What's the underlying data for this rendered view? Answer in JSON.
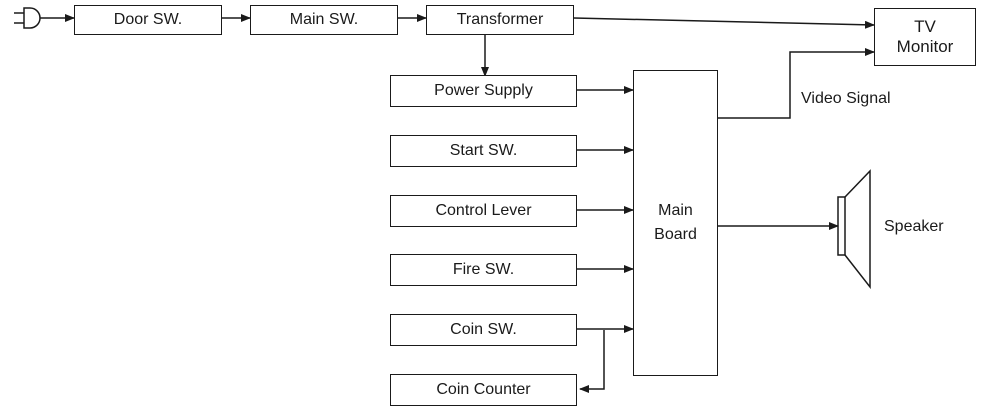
{
  "blocks": {
    "door_sw": "Door SW.",
    "main_sw": "Main SW.",
    "transformer": "Transformer",
    "tv_monitor": "TV\nMonitor",
    "power_supply": "Power Supply",
    "start_sw": "Start SW.",
    "control_lever": "Control Lever",
    "fire_sw": "Fire SW.",
    "coin_sw": "Coin SW.",
    "coin_counter": "Coin Counter",
    "main_board": "Main\nBoard"
  },
  "labels": {
    "video_signal": "Video Signal",
    "speaker": "Speaker"
  },
  "icons": {
    "plug": "power-plug-icon",
    "speaker": "speaker-icon"
  }
}
